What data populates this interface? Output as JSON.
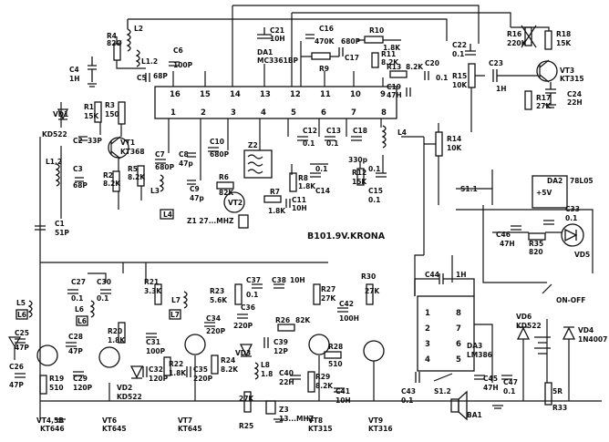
{
  "ic": {
    "name": "DA1",
    "part": "MC3361BP"
  },
  "pins": {
    "top": [
      "16",
      "15",
      "14",
      "13",
      "12",
      "11",
      "10",
      "9"
    ],
    "bottom": [
      "1",
      "2",
      "3",
      "4",
      "5",
      "6",
      "7",
      "8"
    ]
  },
  "labels": {
    "L2": "L2",
    "R4": "R4",
    "R4v": "82Ø",
    "C4": "C4",
    "C4v": "1Н",
    "L12a": "L1.2",
    "C5": "C5",
    "C5v": "68Р",
    "C6": "C6",
    "C6v": "100Р",
    "C21": "C21",
    "C21v": "10Н",
    "C16": "C16",
    "R9v": "470K",
    "C17v": "680P",
    "R9": "R9",
    "C17": "C17",
    "R10": "R10",
    "R10v": "1.8K",
    "R11": "R11",
    "R11v": "8.2K",
    "R13": "R13",
    "R13v": "8.2K",
    "C20": "C20",
    "C20v": "0.1",
    "C19": "C19",
    "C19v": "47Н",
    "C22": "C22",
    "C22v": "0.1",
    "R15": "R15",
    "R15v": "10K",
    "C23": "C23",
    "C23v": "1Н",
    "R16": "R16",
    "R16v": "220K",
    "R18": "R18",
    "R18v": "15K",
    "VT3": "VT3",
    "VT3p": "KT315",
    "R17": "R17",
    "R17v": "27K",
    "C24": "C24",
    "C24v": "22Н",
    "VD1": "VD1",
    "VD1p": "KD522",
    "R1": "R1",
    "R1v": "15K",
    "R3": "R3",
    "R3v": "150",
    "C2": "C2",
    "C2v": "33P",
    "VT1": "VT1",
    "VT1p": "KT368",
    "L1": "L1,2",
    "C3": "C3",
    "C3v": "68P",
    "R2": "R2",
    "R2v": "8.2K",
    "R5": "R5",
    "R5v": "8.2K",
    "C7": "C7",
    "C7v": "680P",
    "L3": "L3",
    "L4box": "L4",
    "C8": "C8",
    "C8v": "47p",
    "C9": "C9",
    "C9v": "47p",
    "C10": "C10",
    "C10v": "680P",
    "Z2": "Z2",
    "R6": "R6",
    "R6v": "82K",
    "VT2": "VT2",
    "R7": "R7",
    "R7v": "1.8K",
    "C11": "C11",
    "C11v": "10Н",
    "Z1": "Z1 27...MHZ",
    "C12": "C12",
    "C12v": "0.1",
    "C13": "C13",
    "C13v": "0.1",
    "C18": "C18",
    "C18v": "330p",
    "R8": "R8",
    "R8v": "1.8K",
    "C14": "C14",
    "C14v": "0.1",
    "R12": "R12",
    "R12v": "15K",
    "C15": "C15",
    "C15v": "0.1",
    "L4": "L4",
    "R14": "R14",
    "R14v": "10K",
    "S11": "S1.1",
    "DA2": "DA2",
    "DA2p": "78L05",
    "plus5v": "+5V",
    "C33": "C33",
    "C33v": "0.1",
    "C46": "C46",
    "C46v": "47Н",
    "R35": "R35",
    "R35v": "820",
    "VD5": "VD5",
    "C1": "C1",
    "C1v": "51P",
    "batt": "B101.9V.KRONA",
    "L5": "L5",
    "L5b": "L6",
    "C25": "C25",
    "C25v": "47P",
    "C26": "C26",
    "C26v": "47P",
    "R19": "R19",
    "R19v": "510",
    "C27": "C27",
    "C27v": "0.1",
    "L6": "L6",
    "L6b": "L6",
    "C28": "C28",
    "C28v": "47P",
    "C29": "C29",
    "C29v": "120P",
    "C30": "C30",
    "C30v": "0.1",
    "R20": "R20",
    "R20v": "1.8K",
    "VD2": "VD2",
    "VD2p": "KD522",
    "R21": "R21",
    "R21v": "3.3K",
    "L7": "L7",
    "L7b": "L7",
    "C31": "C31",
    "C31v": "100P",
    "C32": "C32",
    "C32v": "120P",
    "R22": "R22",
    "R22v": "1.8K",
    "C35": "C35",
    "C35v": "220P",
    "C34": "C34",
    "C34v": "220P",
    "R24": "R24",
    "R24v": "8.2K",
    "R23": "R23",
    "R23v": "5.6K",
    "C37": "C37",
    "C37v": "0.1",
    "C36": "C36",
    "C36v": "220P",
    "C38": "C38",
    "C38v": "10Н",
    "R26": "R26",
    "R26v": "82K",
    "C39": "C39",
    "C39v": "12P",
    "VD3": "VD3",
    "L8": "L8",
    "L8v": "1.8",
    "R25": "R25",
    "R25v": "27K",
    "Z3": "Z3",
    "Z3v": "13...MHZ",
    "C40": "C40",
    "C40v": "22Н",
    "R27": "R27",
    "R27v": "27K",
    "C42": "C42",
    "C42v": "100Н",
    "R28": "R28",
    "R28v": "510",
    "R29": "R29",
    "R29v": "8.2K",
    "C41": "C41",
    "C41v": "10Н",
    "R30": "R30",
    "R30v": "27K",
    "C44": "C44",
    "C44v": "1Н",
    "DA3": "DA3",
    "DA3p": "LM386",
    "C43": "C43",
    "C43v": "0.1",
    "S12": "S1.2",
    "C45": "C45",
    "C45v": "47Н",
    "C47": "C47",
    "C47v": "0.1",
    "BA1": "BA1",
    "R33": "R33",
    "R33v": "5R",
    "VD6": "VD6",
    "VD6p": "KD522",
    "VD4": "VD4",
    "VD4p": "1N4007",
    "onoff": "ON-OFF",
    "vt45": "VT4,5B",
    "vt45p": "KT646",
    "vt6": "VT6",
    "vt6p": "KT645",
    "vt7": "VT7",
    "vt7p": "KT645",
    "vt8": "VT8",
    "vt8p": "KT315",
    "vt9": "VT9",
    "vt9p": "KT316"
  },
  "da3_pins": [
    "1",
    "2",
    "3",
    "4",
    "8",
    "7",
    "6",
    "5"
  ]
}
